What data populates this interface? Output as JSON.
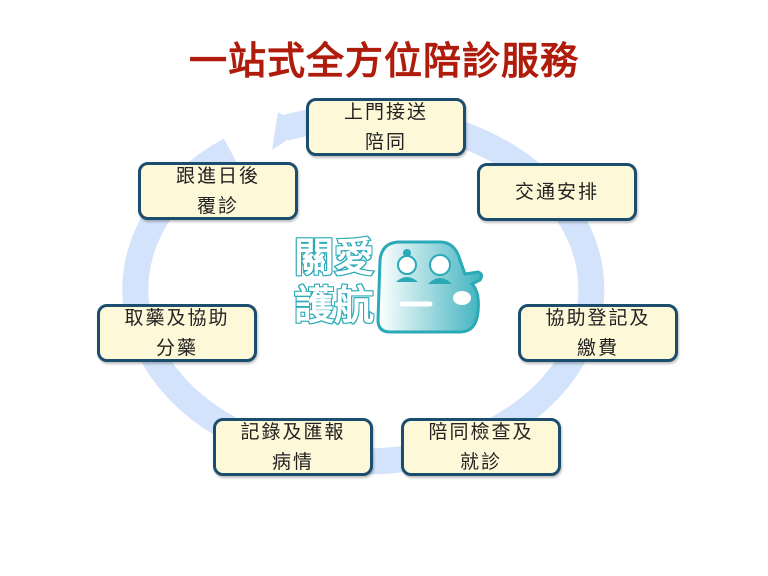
{
  "title": "一站式全方位陪診服務",
  "logo": {
    "line1": "關愛",
    "line2": "護航"
  },
  "steps": [
    {
      "line1": "上門接送",
      "line2": "陪同"
    },
    {
      "line1": "交通安排",
      "line2": ""
    },
    {
      "line1": "協助登記及",
      "line2": "繳費"
    },
    {
      "line1": "陪同檢查及",
      "line2": "就診"
    },
    {
      "line1": "記錄及匯報",
      "line2": "病情"
    },
    {
      "line1": "取藥及協助",
      "line2": "分藥"
    },
    {
      "line1": "跟進日後",
      "line2": "覆診"
    }
  ],
  "colors": {
    "title": "#b01c0c",
    "box_border": "#1b4e6e",
    "box_fill": "#fdf8d8",
    "ring": "#d3e3fb",
    "logo": "#2aa9b6"
  }
}
